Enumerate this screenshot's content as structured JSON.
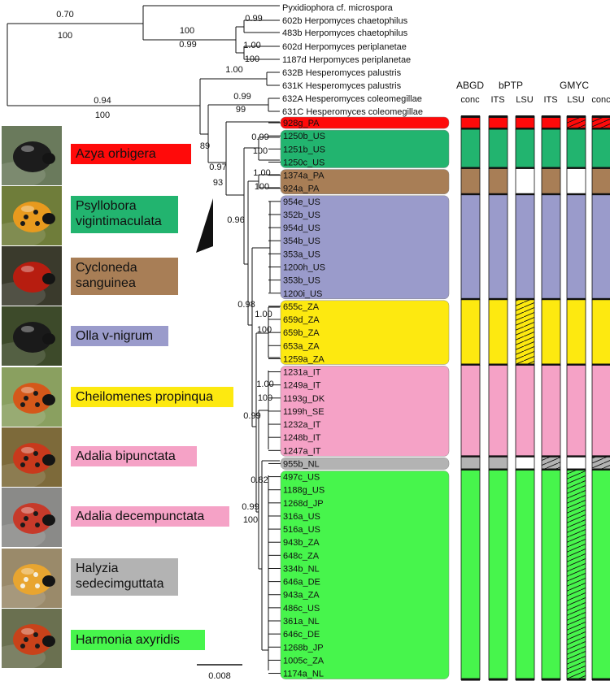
{
  "colors": {
    "red": "#ff0a0a",
    "green": "#22b46f",
    "brown": "#a87e56",
    "blue": "#9a9bcb",
    "yellow": "#fde910",
    "pink": "#f5a2c6",
    "gray": "#b3b3b3",
    "lime": "#47f54c"
  },
  "outgroups": [
    {
      "label": "Pyxidiophora cf. microspora"
    },
    {
      "label": "602b Herpomyces chaetophilus"
    },
    {
      "label": "483b Herpomyces chaetophilus"
    },
    {
      "label": "602d Herpomyces periplanetae"
    },
    {
      "label": "1187d Herpomyces periplanetae"
    },
    {
      "label": "632B Hesperomyces palustris"
    },
    {
      "label": "631K Hesperomyces palustris"
    },
    {
      "label": "632A Hesperomyces coleomegillae"
    },
    {
      "label": "631C Hesperomyces coleomegillae"
    }
  ],
  "support_values": [
    {
      "text": "0.70"
    },
    {
      "text": "100"
    },
    {
      "text": "0.99"
    },
    {
      "text": "100"
    },
    {
      "text": "0.99"
    },
    {
      "text": "1.00"
    },
    {
      "text": "100"
    },
    {
      "text": "0.94"
    },
    {
      "text": "100"
    },
    {
      "text": "1.00"
    },
    {
      "text": "0.99"
    },
    {
      "text": "99"
    },
    {
      "text": "89"
    },
    {
      "text": "0.97"
    },
    {
      "text": "93"
    },
    {
      "text": "0.96"
    },
    {
      "text": "0.99"
    },
    {
      "text": "100"
    },
    {
      "text": "1.00"
    },
    {
      "text": "100"
    },
    {
      "text": "0.98"
    },
    {
      "text": "1.00"
    },
    {
      "text": "100"
    },
    {
      "text": "1.00"
    },
    {
      "text": "100"
    },
    {
      "text": "0.99"
    },
    {
      "text": "0.82"
    },
    {
      "text": "0.99"
    },
    {
      "text": "100"
    }
  ],
  "clades": [
    {
      "species": "Azya orbigera",
      "color": "red",
      "tips": [
        "928g_PA"
      ]
    },
    {
      "species": "Psyllobora vigintimaculata",
      "color": "green",
      "tips": [
        "1250b_US",
        "1251b_US",
        "1250c_US"
      ]
    },
    {
      "species": "Cycloneda sanguinea",
      "color": "brown",
      "tips": [
        "1374a_PA",
        "924a_PA"
      ]
    },
    {
      "species": "Olla v-nigrum",
      "color": "blue",
      "tips": [
        "954e_US",
        "352b_US",
        "954d_US",
        "354b_US",
        "353a_US",
        "1200h_US",
        "353b_US",
        "1200i_US"
      ]
    },
    {
      "species": "Cheilomenes propinqua",
      "color": "yellow",
      "tips": [
        "655c_ZA",
        "659d_ZA",
        "659b_ZA",
        "653a_ZA",
        "1259a_ZA"
      ]
    },
    {
      "species": "Adalia bipunctata",
      "color": "pink",
      "tips": [
        "1231a_IT",
        "1249a_IT",
        "1193g_DK",
        "1199h_SE",
        "1232a_IT",
        "1248b_IT",
        "1247a_IT"
      ]
    },
    {
      "species": "Halyzia sedecimguttata",
      "color": "gray",
      "tips": [
        "955b_NL"
      ]
    },
    {
      "species": "Harmonia axyridis",
      "color": "lime",
      "tips": [
        "497c_US",
        "1188g_US",
        "1268d_JP",
        "316a_US",
        "516a_US",
        "943b_ZA",
        "648c_ZA",
        "334b_NL",
        "646a_DE",
        "943a_ZA",
        "486c_US",
        "361a_NL",
        "646c_DE",
        "1268b_JP",
        "1005c_ZA",
        "1174a_NL"
      ]
    }
  ],
  "species_panels": [
    {
      "name": "Azya orbigera",
      "color": "red",
      "photo": "black-hairy-beetle"
    },
    {
      "name": "Psyllobora vigintimaculata",
      "color": "green",
      "photo": "orange-spotted-ladybird"
    },
    {
      "name": "Cycloneda sanguinea",
      "color": "brown",
      "photo": "red-ladybird"
    },
    {
      "name": "Olla v-nigrum",
      "color": "blue",
      "photo": "black-red-spot-ladybird"
    },
    {
      "name": "Cheilomenes propinqua",
      "color": "yellow",
      "photo": "striped-ladybird"
    },
    {
      "name": "Adalia bipunctata",
      "color": "pink",
      "photo": "two-spot-ladybird"
    },
    {
      "name": "Adalia decempunctata",
      "color": "pink",
      "photo": "ten-spot-ladybird"
    },
    {
      "name": "Halyzia sedecimguttata",
      "color": "gray",
      "photo": "orange-white-spot-ladybird"
    },
    {
      "name": "Harmonia axyridis",
      "color": "lime",
      "photo": "harlequin-ladybird"
    }
  ],
  "method_header": {
    "groups": [
      {
        "text": "ABGD"
      },
      {
        "text": "bPTP"
      },
      {
        "text": "GMYC"
      }
    ],
    "columns": [
      {
        "text": "conc"
      },
      {
        "text": "ITS"
      },
      {
        "text": "LSU"
      },
      {
        "text": "ITS"
      },
      {
        "text": "LSU"
      },
      {
        "text": "conc"
      }
    ]
  },
  "delimitation": {
    "columns": [
      {
        "method": "ABGD",
        "marker": "conc",
        "blocks": [
          {
            "color": "red",
            "tips": 1
          },
          {
            "color": "green",
            "tips": 3
          },
          {
            "color": "brown",
            "tips": 2
          },
          {
            "color": "blue",
            "tips": 8
          },
          {
            "color": "yellow",
            "tips": 5
          },
          {
            "color": "pink",
            "tips": 7
          },
          {
            "color": "gray",
            "tips": 1
          },
          {
            "color": "lime",
            "tips": 16
          }
        ]
      },
      {
        "method": "bPTP",
        "marker": "ITS",
        "blocks": [
          {
            "color": "red",
            "tips": 1
          },
          {
            "color": "green",
            "tips": 3
          },
          {
            "color": "brown",
            "tips": 2
          },
          {
            "color": "blue",
            "tips": 8
          },
          {
            "color": "yellow",
            "tips": 5
          },
          {
            "color": "pink",
            "tips": 7
          },
          {
            "color": "gray",
            "tips": 1
          },
          {
            "color": "lime",
            "tips": 16
          }
        ]
      },
      {
        "method": "bPTP",
        "marker": "LSU",
        "blocks": [
          {
            "color": "red",
            "tips": 1
          },
          {
            "color": "green",
            "tips": 3
          },
          {
            "color": "white",
            "tips": 2
          },
          {
            "color": "blue",
            "tips": 8
          },
          {
            "color": "yellow",
            "tips": 5,
            "hatch": true
          },
          {
            "color": "pink",
            "tips": 7
          },
          {
            "color": "white",
            "tips": 1
          },
          {
            "color": "lime",
            "tips": 16
          }
        ]
      },
      {
        "method": "GMYC",
        "marker": "ITS",
        "blocks": [
          {
            "color": "red",
            "tips": 1
          },
          {
            "color": "green",
            "tips": 3
          },
          {
            "color": "brown",
            "tips": 2
          },
          {
            "color": "blue",
            "tips": 8
          },
          {
            "color": "yellow",
            "tips": 5
          },
          {
            "color": "pink",
            "tips": 7
          },
          {
            "color": "gray",
            "tips": 1,
            "hatch": true
          },
          {
            "color": "lime",
            "tips": 16
          }
        ]
      },
      {
        "method": "GMYC",
        "marker": "LSU",
        "blocks": [
          {
            "color": "red",
            "tips": 1,
            "hatch": true
          },
          {
            "color": "green",
            "tips": 3
          },
          {
            "color": "white",
            "tips": 2
          },
          {
            "color": "blue",
            "tips": 8
          },
          {
            "color": "yellow",
            "tips": 5
          },
          {
            "color": "pink",
            "tips": 7
          },
          {
            "color": "white",
            "tips": 1
          },
          {
            "color": "lime",
            "tips": 16,
            "hatch": true
          }
        ]
      },
      {
        "method": "GMYC",
        "marker": "conc",
        "blocks": [
          {
            "color": "red",
            "tips": 1,
            "hatch": true
          },
          {
            "color": "green",
            "tips": 3
          },
          {
            "color": "brown",
            "tips": 2
          },
          {
            "color": "blue",
            "tips": 8
          },
          {
            "color": "yellow",
            "tips": 5
          },
          {
            "color": "pink",
            "tips": 7
          },
          {
            "color": "gray",
            "tips": 1,
            "hatch": true
          },
          {
            "color": "lime",
            "tips": 16
          }
        ]
      }
    ]
  },
  "scale_bar": {
    "label": "0.008"
  }
}
